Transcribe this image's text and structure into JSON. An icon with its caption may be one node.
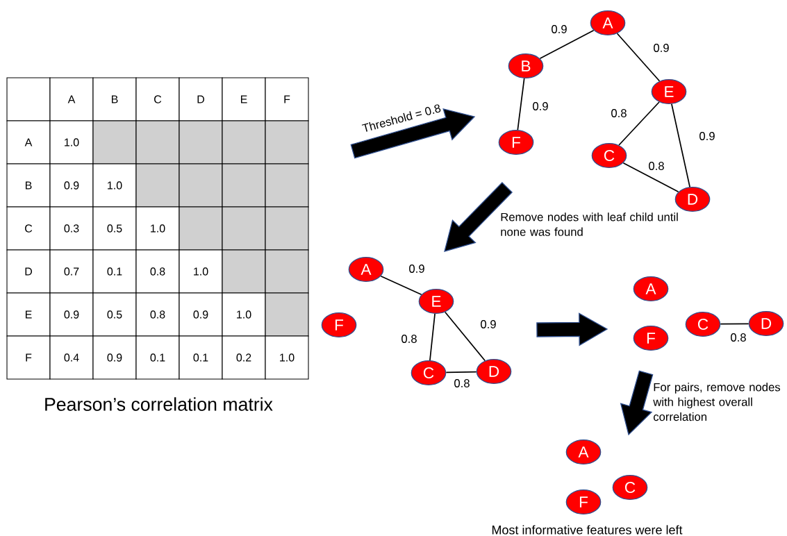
{
  "diagram": {
    "nodes": [
      {
        "text": [
          "A"
        ]
      },
      {
        "text": [
          "B"
        ]
      },
      {
        "text": [
          "F"
        ]
      },
      {
        "text": [
          "E"
        ]
      },
      {
        "text": [
          "C"
        ]
      },
      {
        "text": [
          "D"
        ]
      },
      {
        "text": [
          "A"
        ]
      },
      {
        "text": [
          "E"
        ]
      },
      {
        "text": [
          "F"
        ]
      },
      {
        "text": [
          "C"
        ]
      },
      {
        "text": [
          "D"
        ]
      },
      {
        "text": [
          "A"
        ]
      },
      {
        "text": [
          "F"
        ]
      },
      {
        "text": [
          "C"
        ]
      },
      {
        "text": [
          "D"
        ]
      },
      {
        "text": [
          "A"
        ]
      },
      {
        "text": [
          "C"
        ]
      },
      {
        "text": [
          "F"
        ]
      }
    ],
    "edges": [
      {
        "from": 0,
        "to": 1,
        "arrow": "none",
        "label": "0.9"
      },
      {
        "from": 0,
        "to": 3,
        "arrow": "none",
        "label": "0.9"
      },
      {
        "from": 1,
        "to": 2,
        "arrow": "none",
        "label": "0.9"
      },
      {
        "from": 3,
        "to": 4,
        "arrow": "none",
        "label": "0.8"
      },
      {
        "from": 3,
        "to": 5,
        "arrow": "none",
        "label": "0.9"
      },
      {
        "from": 4,
        "to": 5,
        "arrow": "none",
        "label": "0.8"
      },
      {
        "from": 6,
        "to": 7,
        "arrow": "none",
        "label": "0.9"
      },
      {
        "from": 7,
        "to": 9,
        "arrow": "none",
        "label": "0.8"
      },
      {
        "from": 7,
        "to": 10,
        "arrow": "none",
        "label": "0.9"
      },
      {
        "from": 9,
        "to": 10,
        "arrow": "none",
        "label": "0.8"
      },
      {
        "from": 13,
        "to": 14,
        "arrow": "none",
        "label": "0.8"
      }
    ],
    "labels": [
      "A",
      "B",
      "C",
      "D",
      "E",
      "F",
      "A",
      "1.0",
      "B",
      "0.9",
      "1.0",
      "C",
      "0.3",
      "0.5",
      "1.0",
      "D",
      "0.7",
      "0.1",
      "0.8",
      "1.0",
      "E",
      "0.9",
      "0.5",
      "0.8",
      "0.9",
      "1.0",
      "F",
      "0.4",
      "0.9",
      "0.1",
      "0.1",
      "0.2",
      "1.0",
      "Pearson’s correlation matrix",
      "Threshold = 0.8",
      "Remove nodes with leaf child until none was found",
      "For pairs, remove nodes with highest overall correlation",
      "Most informative features were left"
    ]
  }
}
